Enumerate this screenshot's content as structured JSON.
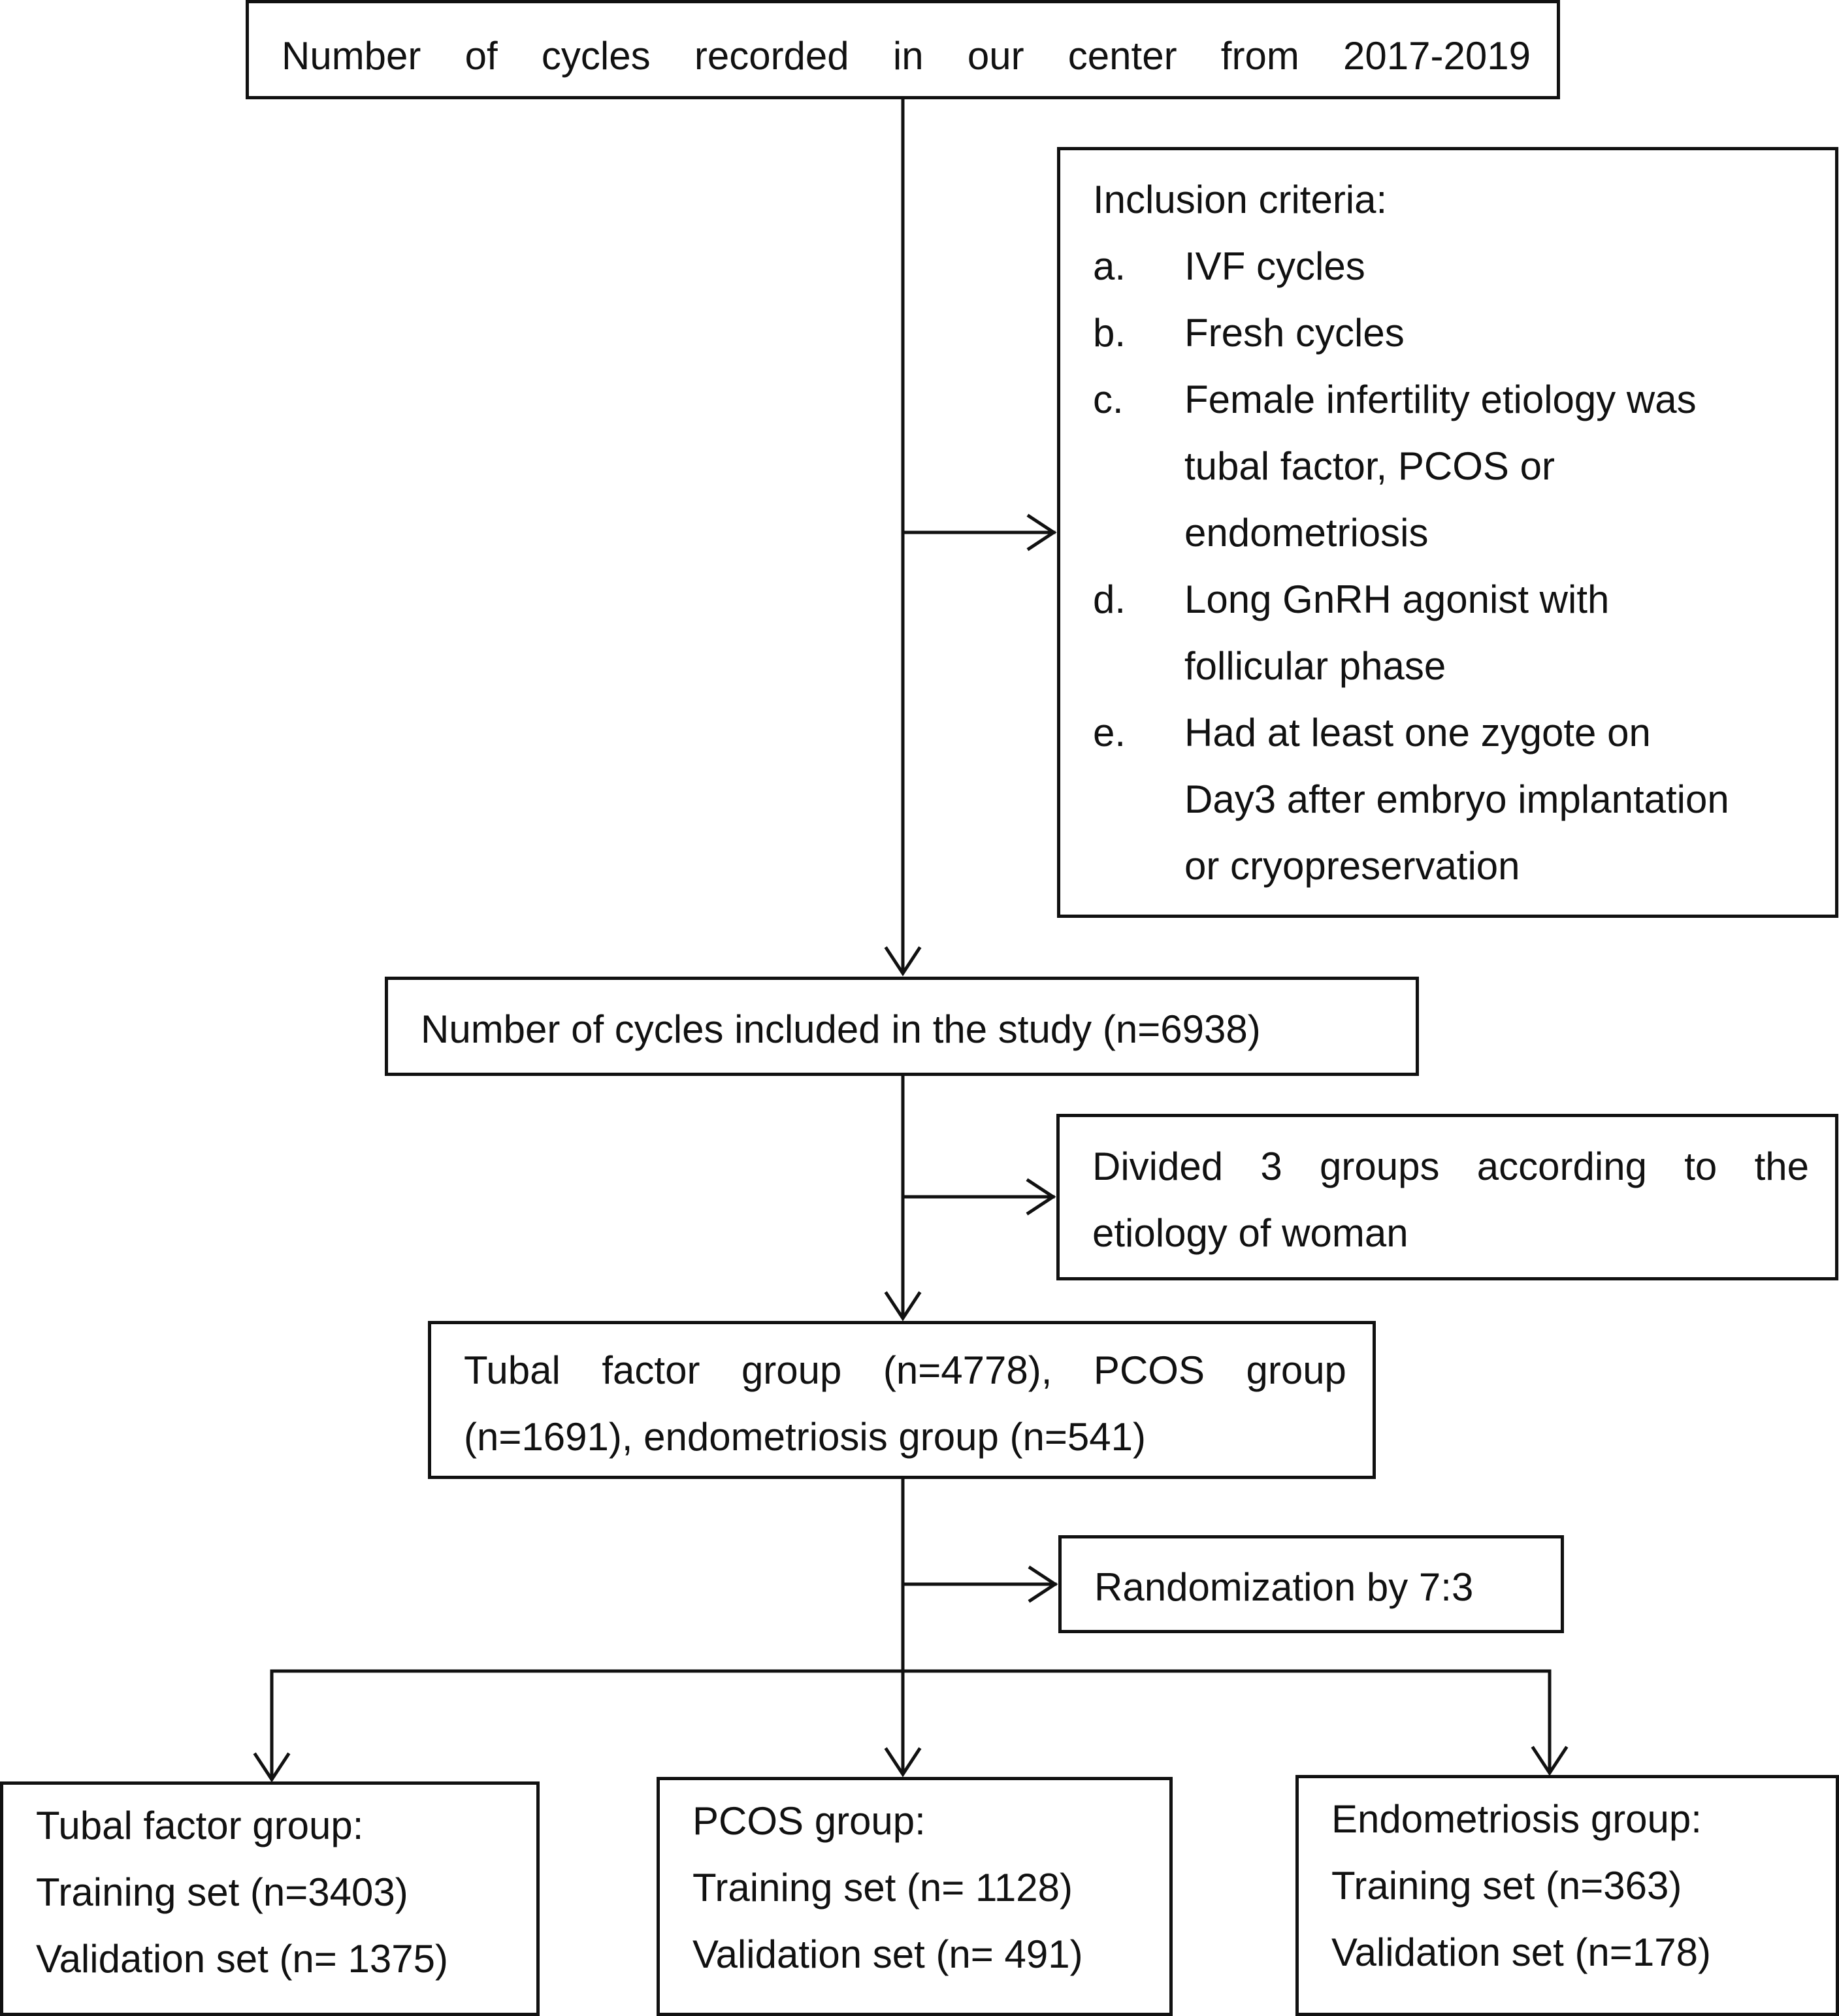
{
  "diagram": {
    "top_box": {
      "text": [
        "Number",
        "of",
        "cycles",
        "recorded",
        "in",
        "our",
        "center",
        "from",
        "2017-2019"
      ]
    },
    "inclusion_box": {
      "heading": "Inclusion criteria:",
      "criteria": [
        {
          "letter": "a.",
          "lines": [
            "IVF cycles"
          ]
        },
        {
          "letter": "b.",
          "lines": [
            "Fresh cycles"
          ]
        },
        {
          "letter": "c.",
          "lines": [
            "Female infertility etiology was",
            "tubal factor, PCOS or",
            "endometriosis"
          ]
        },
        {
          "letter": "d.",
          "lines": [
            "Long GnRH agonist with",
            "follicular phase"
          ]
        },
        {
          "letter": "e.",
          "lines": [
            "Had at least one zygote on",
            "Day3 after embryo implantation",
            "or cryopreservation"
          ]
        }
      ]
    },
    "included_box": {
      "text": "Number of cycles included in the study (n=6938)"
    },
    "divided_box": {
      "line1_words": [
        "Divided",
        "3",
        "groups",
        "according",
        "to",
        "the"
      ],
      "line2": "etiology of woman"
    },
    "groups_box": {
      "line1_words": [
        "Tubal",
        "factor",
        "group",
        "(n=4778),",
        "PCOS",
        "group"
      ],
      "line2": "(n=1691), endometriosis group (n=541)"
    },
    "randomization_box": {
      "text": "Randomization by 7:3"
    },
    "final_groups": [
      {
        "title": "Tubal factor group:",
        "training": "Training set (n=3403)",
        "validation": "Validation set (n= 1375)"
      },
      {
        "title": "PCOS group:",
        "training": "Training set (n= 1128)",
        "validation": "Validation set (n= 491)"
      },
      {
        "title": "Endometriosis group:",
        "training": "Training set (n=363)",
        "validation": "Validation set (n=178)"
      }
    ],
    "colors": {
      "line": "#111111",
      "background": "#ffffff"
    }
  }
}
